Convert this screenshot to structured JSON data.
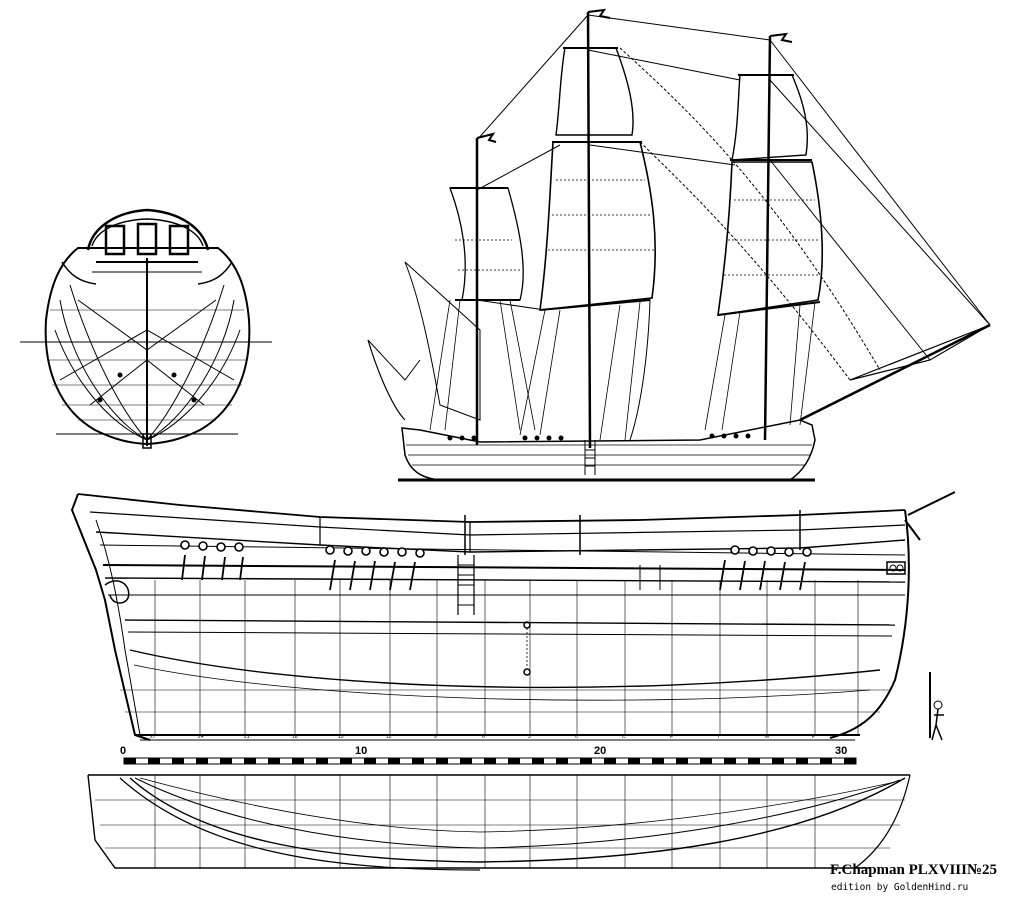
{
  "plate": {
    "title": "F.Chapman PLXVIII№25",
    "credit": "edition by GoldenHind.ru"
  },
  "scale_bar": {
    "labels": [
      "0",
      "10",
      "20",
      "30"
    ]
  },
  "station_marks": [
    "27",
    "24",
    "21",
    "18",
    "15",
    "12",
    "9",
    "6",
    "3",
    "0",
    "C",
    "F",
    "I",
    "M",
    "P"
  ],
  "colors": {
    "ink": "#000000",
    "paper": "#ffffff"
  }
}
